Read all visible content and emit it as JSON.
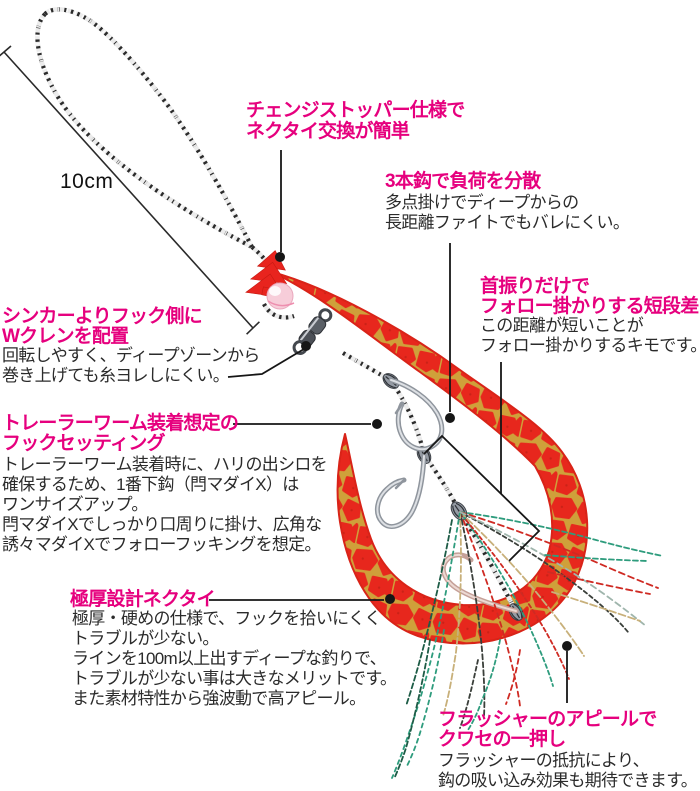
{
  "colors": {
    "accent_magenta": "#e6007e",
    "body_text": "#2b2b2b",
    "necktie_red": "#e7271d",
    "necktie_gold": "#cfa03a",
    "callout_black": "#161616"
  },
  "measure_label": "10cm",
  "annotations": {
    "changer": {
      "heading1": "チェンジストッパー仕様で",
      "heading2": "ネクタイ交換が簡単"
    },
    "hooks3": {
      "heading": "3本鈎で負荷を分散",
      "body1": "多点掛けでディープからの",
      "body2": "長距離ファイトでもバレにくい。"
    },
    "kubifuri": {
      "heading1": "首振りだけで",
      "heading2": "フォロー掛かりする短段差",
      "body1": "この距離が短いことが",
      "body2": "フォロー掛かりするキモです。"
    },
    "sinker": {
      "heading1": "シンカーよりフック側に",
      "heading2": "Wクレンを配置",
      "body1": "回転しやすく、ディープゾーンから",
      "body2": "巻き上げても糸ヨレしにくい。"
    },
    "trailer": {
      "heading1": "トレーラーワーム装着想定の",
      "heading2": "フックセッティング",
      "body": [
        "トレーラーワーム装着時に、ハリの出シロを",
        "確保するため、1番下鈎（閂マダイX）は",
        "ワンサイズアップ。",
        "閂マダイXでしっかり口周りに掛け、広角な",
        "誘々マダイXでフォローフッキングを想定。"
      ]
    },
    "necktie": {
      "heading": "極厚設計ネクタイ",
      "body": [
        "極厚・硬めの仕様で、フックを拾いにくく",
        "トラブルが少ない。",
        "ラインを100m以上出すディープな釣りで、",
        "トラブルが少ない事は大きなメリットです。",
        "また素材特性から強波動で高アピール。"
      ]
    },
    "flasher": {
      "heading1": "フラッシャーのアピールで",
      "heading2": "クワセの一押し",
      "body1": "フラッシャーの抵抗により、",
      "body2": "鈎の吸い込み効果も期待できます。"
    }
  }
}
